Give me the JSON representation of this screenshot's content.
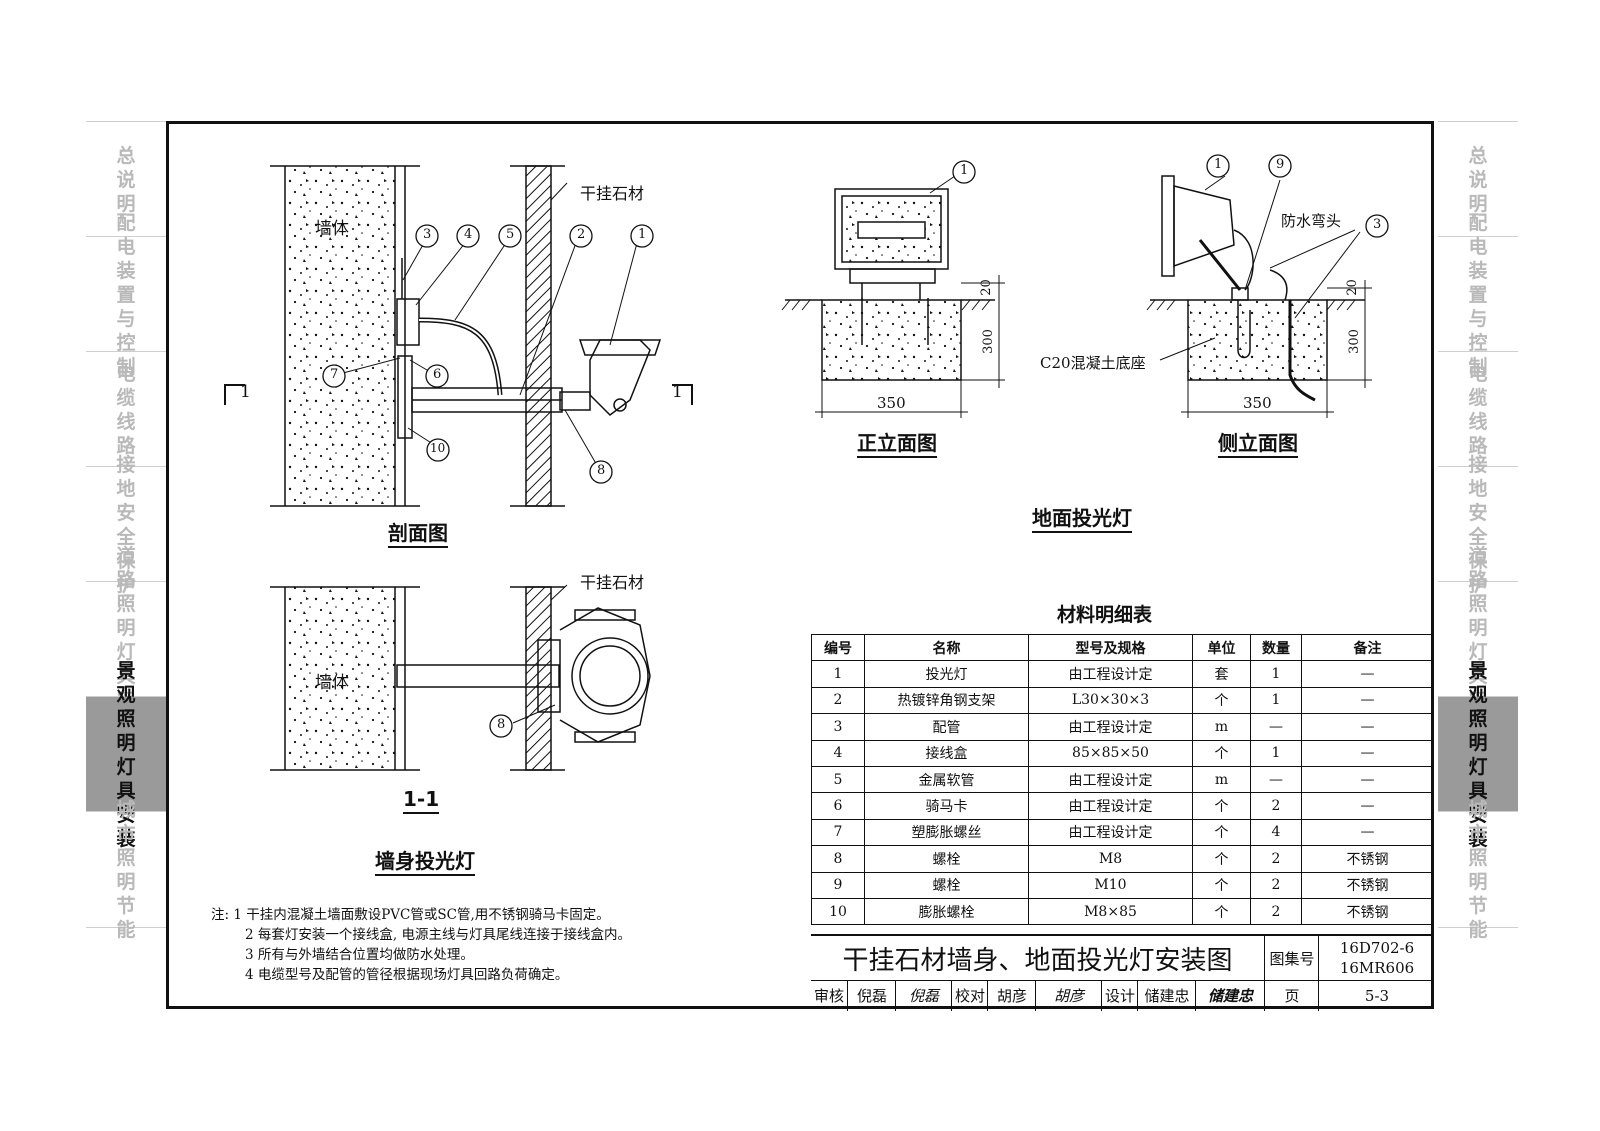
{
  "side_tabs": [
    {
      "label": "总说明"
    },
    {
      "label": "配电装置与控制"
    },
    {
      "label": "电缆线路"
    },
    {
      "label": "接地安全保护"
    },
    {
      "label": "道路照明灯具安装"
    },
    {
      "label": "景观照明灯具安装",
      "active": true
    },
    {
      "label": "城市照明节能"
    }
  ],
  "colors": {
    "active_tab_bg": "#9a9a9a",
    "inactive_tab_text": "#b9b9b9",
    "line": "#111111"
  },
  "section": {
    "wall_label": "墙体",
    "stone_label": "干挂石材",
    "cut_mark": "1",
    "title": "剖面图",
    "callouts": [
      "1",
      "2",
      "3",
      "4",
      "5",
      "6",
      "7",
      "8",
      "10"
    ]
  },
  "plan": {
    "wall_label": "墙体",
    "stone_label": "干挂石材",
    "callout": "8",
    "title": "1-1",
    "caption": "墙身投光灯"
  },
  "ground": {
    "front_title": "正立面图",
    "side_title": "侧立面图",
    "caption": "地面投光灯",
    "base_label": "C20混凝土底座",
    "elbow_label": "防水弯头",
    "dim_width": "350",
    "dim_height": "300",
    "dim_top": "20",
    "front_callouts": [
      "1"
    ],
    "side_callouts": [
      "1",
      "9",
      "3"
    ]
  },
  "materials": {
    "title": "材料明细表",
    "headers": [
      "编号",
      "名称",
      "型号及规格",
      "单位",
      "数量",
      "备注"
    ],
    "rows": [
      [
        "1",
        "投光灯",
        "由工程设计定",
        "套",
        "1",
        "—"
      ],
      [
        "2",
        "热镀锌角钢支架",
        "L30×30×3",
        "个",
        "1",
        "—"
      ],
      [
        "3",
        "配管",
        "由工程设计定",
        "m",
        "—",
        "—"
      ],
      [
        "4",
        "接线盒",
        "85×85×50",
        "个",
        "1",
        "—"
      ],
      [
        "5",
        "金属软管",
        "由工程设计定",
        "m",
        "—",
        "—"
      ],
      [
        "6",
        "骑马卡",
        "由工程设计定",
        "个",
        "2",
        "—"
      ],
      [
        "7",
        "塑膨胀螺丝",
        "由工程设计定",
        "个",
        "4",
        "—"
      ],
      [
        "8",
        "螺栓",
        "M8",
        "个",
        "2",
        "不锈钢"
      ],
      [
        "9",
        "螺栓",
        "M10",
        "个",
        "2",
        "不锈钢"
      ],
      [
        "10",
        "膨胀螺栓",
        "M8×85",
        "个",
        "2",
        "不锈钢"
      ]
    ]
  },
  "notes": [
    "注: 1  干挂内混凝土墙面敷设PVC管或SC管,用不锈钢骑马卡固定。",
    "2  每套灯安装一个接线盒, 电源主线与灯具尾线连接于接线盒内。",
    "3  所有与外墙结合位置均做防水处理。",
    "4  电缆型号及配管的管径根据现场灯具回路负荷确定。"
  ],
  "title_block": {
    "drawing_title": "干挂石材墙身、地面投光灯安装图",
    "atlas_label": "图集号",
    "atlas_no_1": "16D702-6",
    "atlas_no_2": "16MR606",
    "review_label": "审核",
    "reviewer": "倪磊",
    "check_label": "校对",
    "checker": "胡彦",
    "design_label": "设计",
    "designer": "储建忠",
    "page_label": "页",
    "page_no": "5-3"
  }
}
